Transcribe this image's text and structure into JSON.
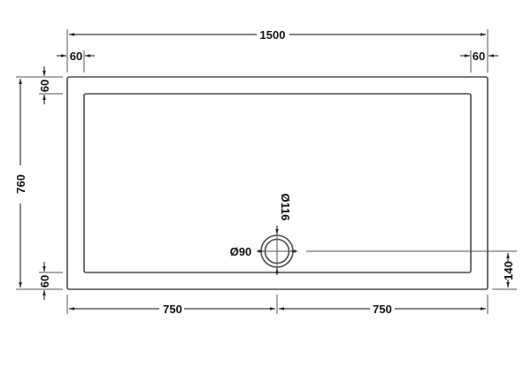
{
  "drawing": {
    "type": "shower tray plan drawing",
    "units": "mm",
    "colors": {
      "line": "#3a3a3a",
      "text": "#111111",
      "background": "#ffffff"
    }
  },
  "dimensions": {
    "overall_length": "1500",
    "overall_width": "760",
    "rim_top_left": "60",
    "rim_top_right": "60",
    "rim_left_top": "60",
    "rim_left_bottom": "60",
    "waste_to_left": "750",
    "waste_to_right": "750",
    "waste_to_edge": "140",
    "waste_outer_diameter": "Ø116",
    "waste_inner_diameter": "Ø90"
  }
}
